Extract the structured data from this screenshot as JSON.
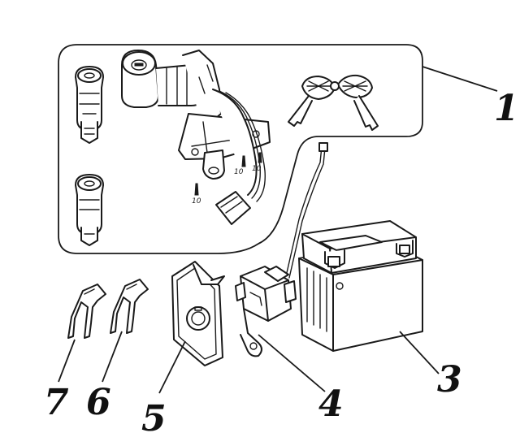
{
  "callouts": [
    {
      "id": "1",
      "label": "1"
    },
    {
      "id": "3",
      "label": "3"
    },
    {
      "id": "4",
      "label": "4"
    },
    {
      "id": "5",
      "label": "5"
    },
    {
      "id": "6",
      "label": "6"
    },
    {
      "id": "7",
      "label": "7"
    }
  ],
  "screw_labels": [
    "10",
    "10",
    "10"
  ]
}
